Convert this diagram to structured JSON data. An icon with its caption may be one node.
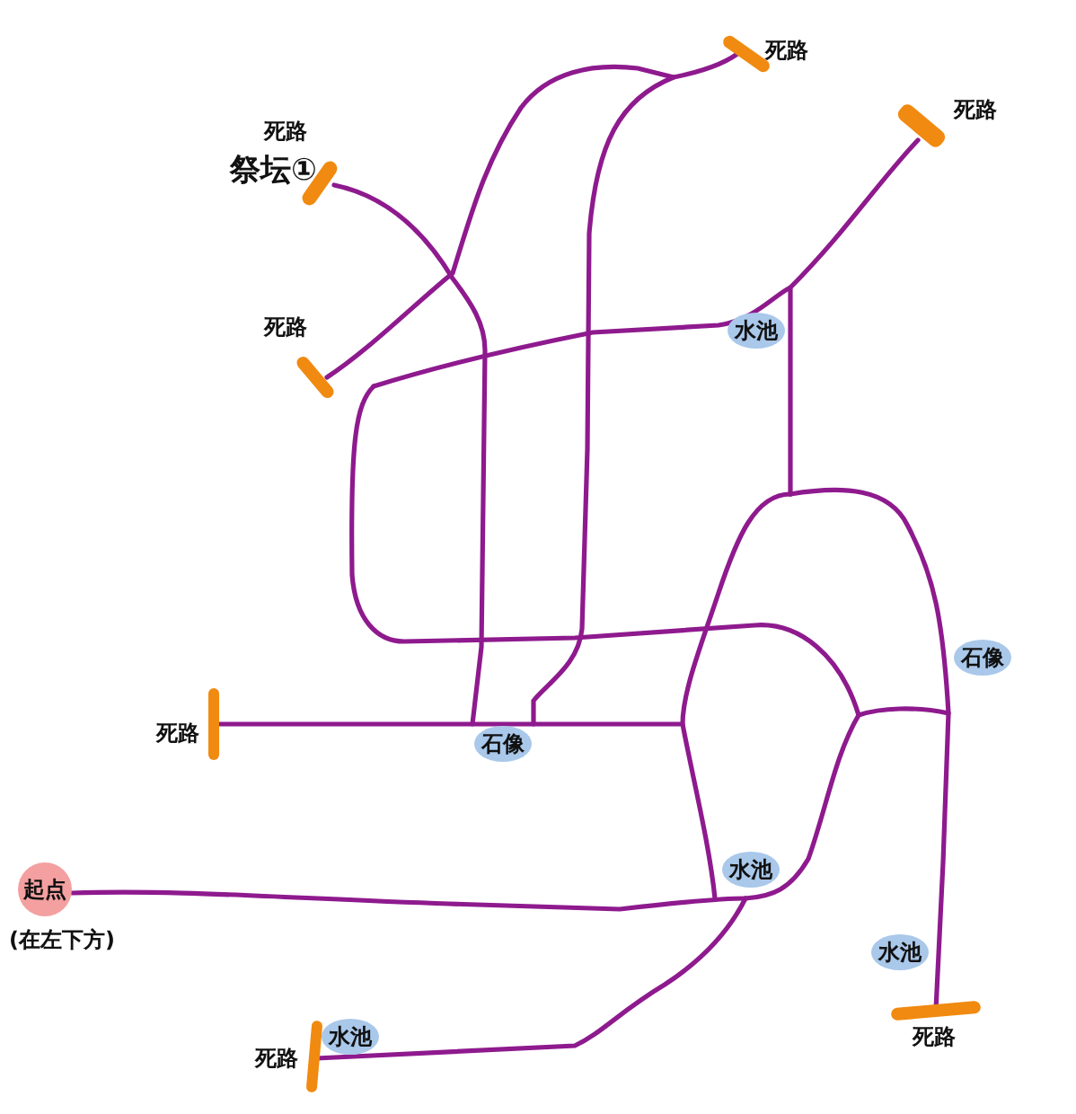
{
  "diagram": {
    "nodes": [
      {
        "text": [],
        "shape": "bar",
        "beside": [
          "死路"
        ]
      },
      {
        "text": [],
        "shape": "bar",
        "beside": [
          "死路"
        ]
      },
      {
        "text": [],
        "shape": "bar",
        "beside": [
          "死路",
          "祭坛①"
        ]
      },
      {
        "text": [
          "水池"
        ]
      },
      {
        "text": [],
        "shape": "bar",
        "beside": [
          "死路"
        ]
      },
      {
        "text": [
          "石像"
        ]
      },
      {
        "text": [],
        "shape": "bar",
        "beside": [
          "死路"
        ]
      },
      {
        "text": [
          "石像"
        ]
      },
      {
        "text": [
          "水池"
        ]
      },
      {
        "text": [
          "起点"
        ],
        "beside": [
          "(在左下方)"
        ]
      },
      {
        "text": [
          "水池"
        ]
      },
      {
        "text": [],
        "shape": "bar",
        "beside": [
          "死路"
        ]
      },
      {
        "text": [
          "水池"
        ]
      },
      {
        "text": [],
        "shape": "bar",
        "beside": [
          "死路"
        ]
      }
    ]
  }
}
